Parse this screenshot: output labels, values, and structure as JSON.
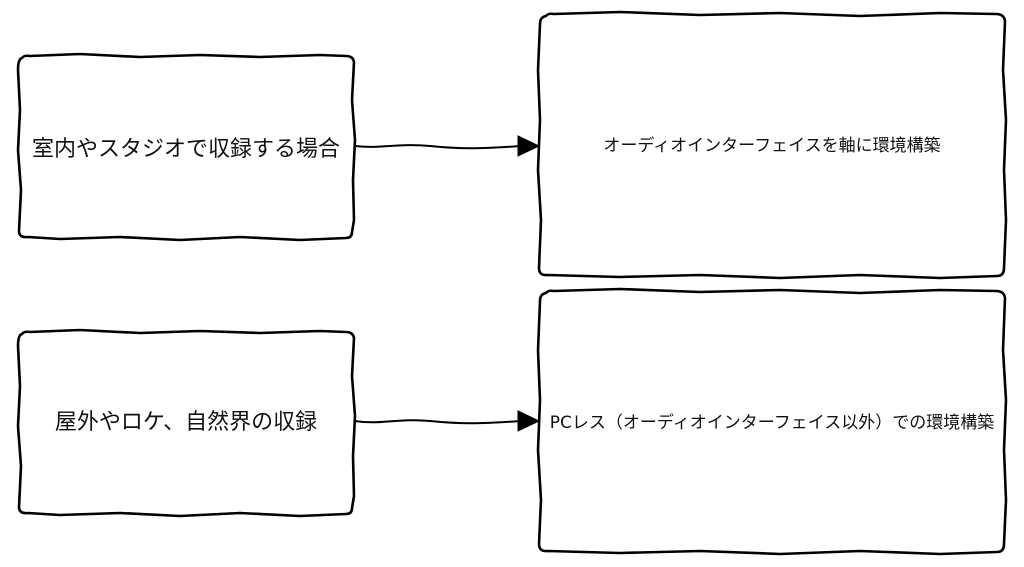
{
  "diagram": {
    "nodes": [
      {
        "id": "indoor",
        "label": "室内やスタジオで収録する場合"
      },
      {
        "id": "outdoor",
        "label": "屋外やロケ、自然界の収録"
      },
      {
        "id": "audio-if",
        "label": "オーディオインターフェイスを軸に環境構築"
      },
      {
        "id": "pc-less",
        "label": "PCレス（オーディオインターフェイス以外）での環境構築"
      }
    ],
    "edges": [
      {
        "from": "indoor",
        "to": "audio-if"
      },
      {
        "from": "outdoor",
        "to": "pc-less"
      }
    ]
  }
}
